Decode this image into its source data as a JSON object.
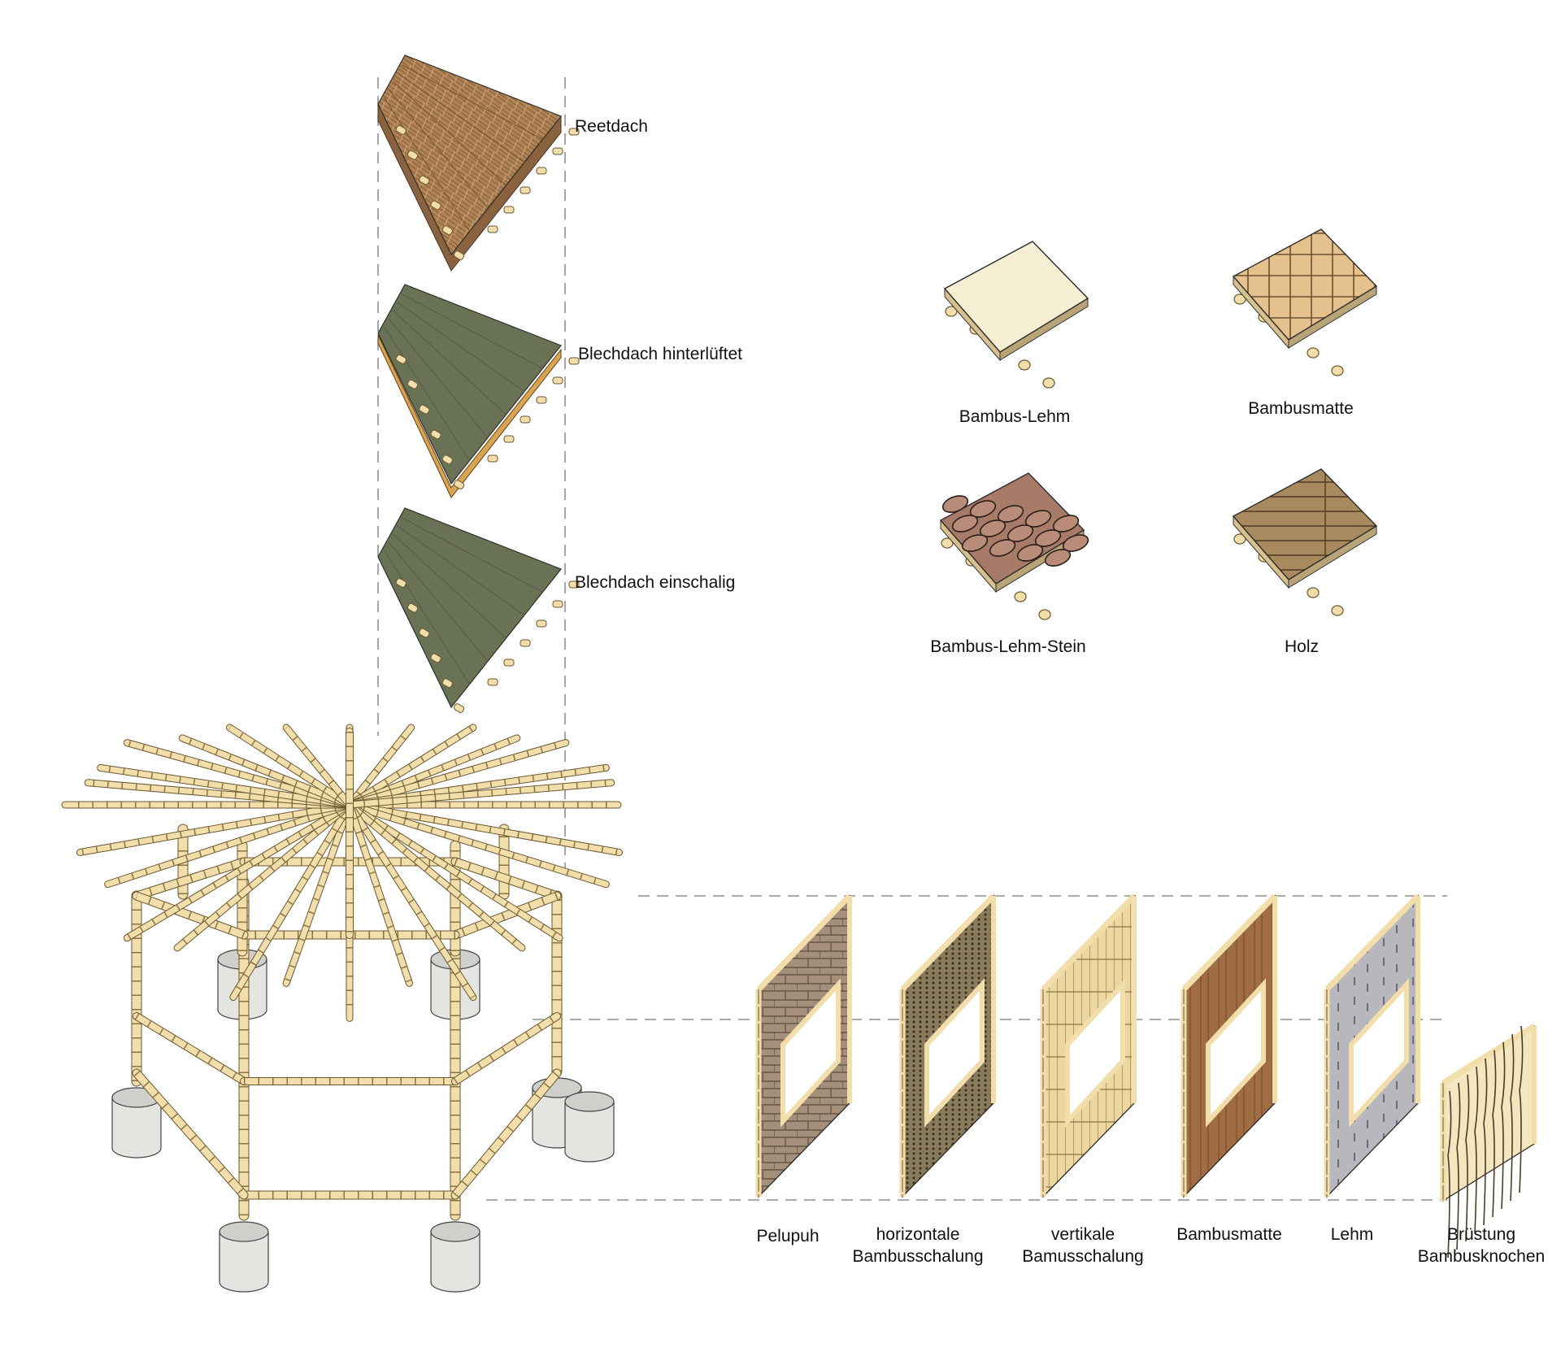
{
  "roof_options": [
    {
      "label": "Reetdach",
      "type": "thatch"
    },
    {
      "label": "Blechdach hinterlüftet",
      "type": "metal-ventilated"
    },
    {
      "label": "Blechdach einschalig",
      "type": "metal-single"
    }
  ],
  "floor_options": [
    {
      "label": "Bambus-Lehm",
      "type": "bamboo-clay"
    },
    {
      "label": "Bambusmatte",
      "type": "bamboo-mat"
    },
    {
      "label": "Bambus-Lehm-Stein",
      "type": "bamboo-clay-stone"
    },
    {
      "label": "Holz",
      "type": "wood"
    }
  ],
  "wall_options": [
    {
      "line1": "Pelupuh",
      "line2": "",
      "type": "pelupuh"
    },
    {
      "line1": "horizontale",
      "line2": "Bambusschalung",
      "type": "horizontal-cladding"
    },
    {
      "line1": "vertikale",
      "line2": "Bamusschalung",
      "type": "vertical-cladding"
    },
    {
      "line1": "Bambusmatte",
      "line2": "",
      "type": "bamboo-mat-wall"
    },
    {
      "line1": "Lehm",
      "line2": "",
      "type": "clay"
    },
    {
      "line1": "Brüstung",
      "line2": "Bambusknochen",
      "type": "parapet"
    }
  ],
  "colors": {
    "bamboo": "#f1deab",
    "bamboo_edge": "#6b5730",
    "thatch": "#b08457",
    "metal": "#6a7256",
    "clay_light": "#f6efd3",
    "mat": "#e5c18d",
    "stone": "#a77b68",
    "wood": "#a98a5e",
    "clay_wall": "#b7b7bd",
    "concrete": "#e4e4e0",
    "dash": "#777777"
  }
}
